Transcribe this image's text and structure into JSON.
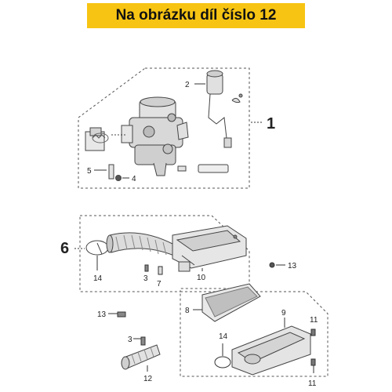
{
  "header": {
    "title": "Na obrázku díl číslo 12",
    "background_color": "#f7c413"
  },
  "diagram": {
    "groups": [
      {
        "label": "1",
        "description_icon": "carburetor-assembly"
      },
      {
        "label": "6",
        "description_icon": "air-intake-assembly"
      }
    ],
    "part_labels": {
      "p1": "1",
      "p2": "2",
      "p3a": "3",
      "p3b": "3",
      "p4": "4",
      "p5": "5",
      "p6": "6",
      "p7": "7",
      "p8": "8",
      "p9": "9",
      "p10": "10",
      "p11a": "11",
      "p11b": "11",
      "p12": "12",
      "p13a": "13",
      "p13b": "13",
      "p14a": "14",
      "p14b": "14"
    },
    "highlighted_part": "12"
  }
}
